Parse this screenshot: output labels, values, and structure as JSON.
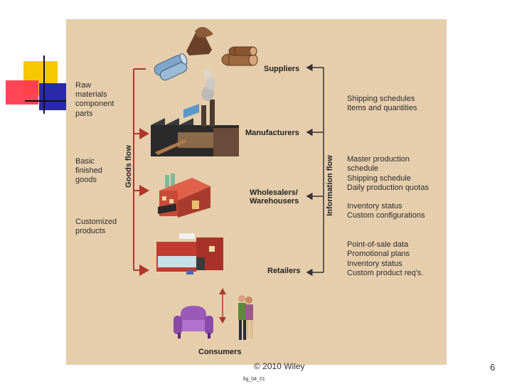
{
  "left_labels": [
    {
      "text": "Raw\nmaterials\ncomponent\nparts"
    },
    {
      "text": "Basic\nfinished\ngoods"
    },
    {
      "text": "Customized\nproducts"
    }
  ],
  "nodes": {
    "suppliers": "Suppliers",
    "manufacturers": "Manufacturers",
    "wholesalers": "Wholesalers/\nWarehousers",
    "retailers": "Retailers",
    "consumers": "Consumers"
  },
  "goods_flow": "Goods flow",
  "information_flow": "Information flow",
  "info_groups": [
    {
      "lines": [
        "Shipping schedules",
        "Items and quantities"
      ]
    },
    {
      "lines": [
        "Master production",
        "schedule",
        "Shipping schedule",
        "Daily production quotas"
      ]
    },
    {
      "lines": [
        "Inventory status",
        "Custom configurations"
      ]
    },
    {
      "lines": [
        "Point-of-sale data",
        "Promotional plans",
        "Inventory status",
        "Custom product req's."
      ]
    }
  ],
  "footer": "© 2010 Wiley",
  "fig_id": "fig_04_01",
  "page_number": "6",
  "colors": {
    "panel": "#e6ceac",
    "arrow_red": "#b0342e",
    "arrow_dark": "#333333"
  }
}
